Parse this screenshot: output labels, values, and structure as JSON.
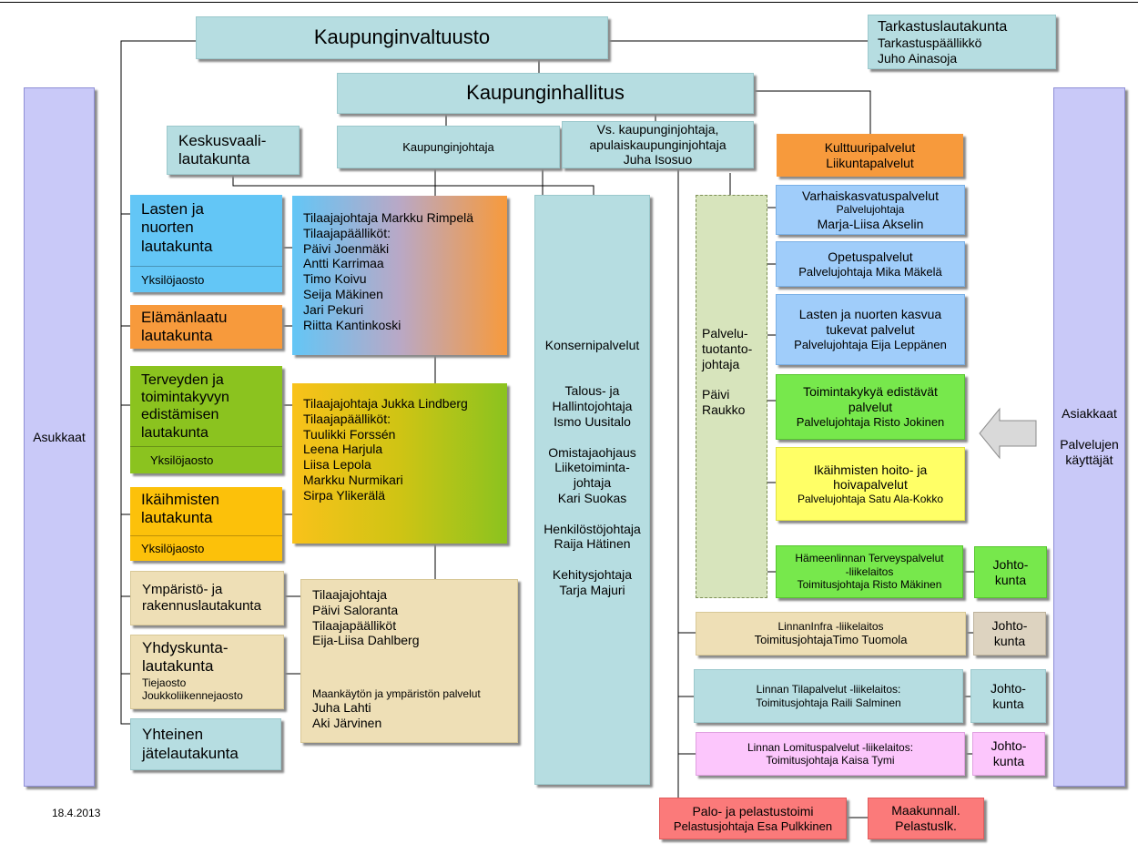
{
  "date": "18.4.2013",
  "council": "Kaupunginvaltuusto",
  "audit": [
    "Tarkastuslautakunta",
    "Tarkastuspäällikkö",
    "Juho Ainasoja"
  ],
  "board": "Kaupunginhallitus",
  "election": [
    "Keskusvaali-",
    "lautakunta"
  ],
  "mayor": "Kaupunginjohtaja",
  "deputy": [
    "Vs. kaupunginjohtaja,",
    "apulaiskaupunginjohtaja",
    "Juha Isosuo"
  ],
  "culture": [
    "Kulttuuripalvelut",
    "Liikuntapalvelut"
  ],
  "residents": "Asukkaat",
  "customers": [
    "Asiakkaat",
    "",
    "Palvelujen",
    "käyttäjät"
  ],
  "committees": {
    "children": {
      "lines": [
        "Lasten ja",
        "nuorten",
        "lautakunta"
      ],
      "sub": "Yksilöjaosto"
    },
    "quality": {
      "lines": [
        "Elämänlaatu",
        "lautakunta"
      ]
    },
    "health": {
      "lines": [
        "Terveyden ja",
        "toimintakyvyn",
        "edistämisen",
        "lautakunta"
      ],
      "sub": "Yksilöjaosto"
    },
    "elderly": {
      "lines": [
        "Ikäihmisten",
        "lautakunta"
      ],
      "sub": "Yksilöjaosto"
    },
    "environment": {
      "lines": [
        "Ympäristö- ja",
        "rakennuslautakunta"
      ]
    },
    "community": {
      "lines": [
        "Yhdyskunta-",
        "lautakunta"
      ],
      "small": [
        "Tiejaosto",
        "Joukkoliikennejaosto"
      ]
    },
    "waste": {
      "lines": [
        "Yhteinen",
        "jätelautakunta"
      ]
    }
  },
  "purchasers": {
    "p1": [
      "Tilaajajohtaja Markku Rimpelä",
      "Tilaajapäälliköt:",
      "Päivi Joenmäki",
      "Antti Karrimaa",
      "Timo Koivu",
      "Seija Mäkinen",
      "Jari Pekuri",
      "Riitta Kantinkoski"
    ],
    "p2": [
      "Tilaajajohtaja Jukka Lindberg",
      "Tilaajapäälliköt:",
      "Tuulikki Forssén",
      "Leena Harjula",
      "Liisa Lepola",
      "Markku Nurmikari",
      "Sirpa Ylikerälä"
    ],
    "p3": [
      "Tilaajajohtaja",
      "Päivi Saloranta",
      "Tilaajapäälliköt",
      "Eija-Liisa Dahlberg"
    ],
    "p3b": [
      "Maankäytön ja ympäristön palvelut",
      "Juha Lahti",
      "Aki Järvinen"
    ]
  },
  "group": [
    "Konsernipalvelut",
    "",
    "",
    "Talous-  ja",
    "Hallintojohtaja",
    "Ismo Uusitalo",
    "",
    "Omistajaohjaus",
    "Liiketoiminta-",
    "johtaja",
    "Kari Suokas",
    "",
    "Henkilöstöjohtaja",
    "Raija Hätinen",
    "",
    "Kehitysjohtaja",
    "Tarja Majuri"
  ],
  "production": [
    "Palvelu-",
    "tuotanto-",
    "johtaja",
    "",
    "Päivi",
    "Raukko"
  ],
  "services": {
    "s1": [
      "Varhaiskasvatuspalvelut",
      "Palvelujohtaja",
      "Marja-Liisa Akselin"
    ],
    "s2": [
      "Opetuspalvelut",
      "Palvelujohtaja Mika Mäkelä"
    ],
    "s3": [
      "Lasten ja nuorten kasvua",
      "tukevat palvelut",
      "Palvelujohtaja  Eija Leppänen"
    ],
    "s4": [
      "Toimintakykyä edistävät",
      "palvelut",
      "Palvelujohtaja Risto Jokinen"
    ],
    "s5": [
      "Ikäihmisten hoito- ja",
      "hoivapalvelut",
      "Palvelujohtaja  Satu Ala-Kokko"
    ]
  },
  "enterprises": {
    "e1": [
      "Hämeenlinnan Terveyspalvelut",
      "-liikelaitos",
      "Toimitusjohtaja Risto Mäkinen"
    ],
    "e2": [
      "LinnanInfra -liikelaitos",
      "ToimitusjohtajaTimo Tuomola"
    ],
    "e3": [
      "Linnan Tilapalvelut -liikelaitos:",
      "Toimitusjohtaja Raili Salminen"
    ],
    "e4": [
      "Linnan Lomituspalvelut -liikelaitos:",
      "Toimitusjohtaja Kaisa Tymi"
    ]
  },
  "boardlabel": [
    "Johto-",
    "kunta"
  ],
  "rescue": [
    "Palo- ja pelastustoimi",
    "Pelastusjohtaja Esa Pulkkinen"
  ],
  "regional": [
    "Maakunnall.",
    "Pelastuslk."
  ],
  "colors": {
    "teal": "#b6dde1",
    "lavender": "#c9c9f8",
    "orange": "#f79a3c",
    "sky": "#63c6f6",
    "lime": "#8bc31f",
    "yellow": "#fcc10a",
    "red": "#fb7a7a"
  }
}
